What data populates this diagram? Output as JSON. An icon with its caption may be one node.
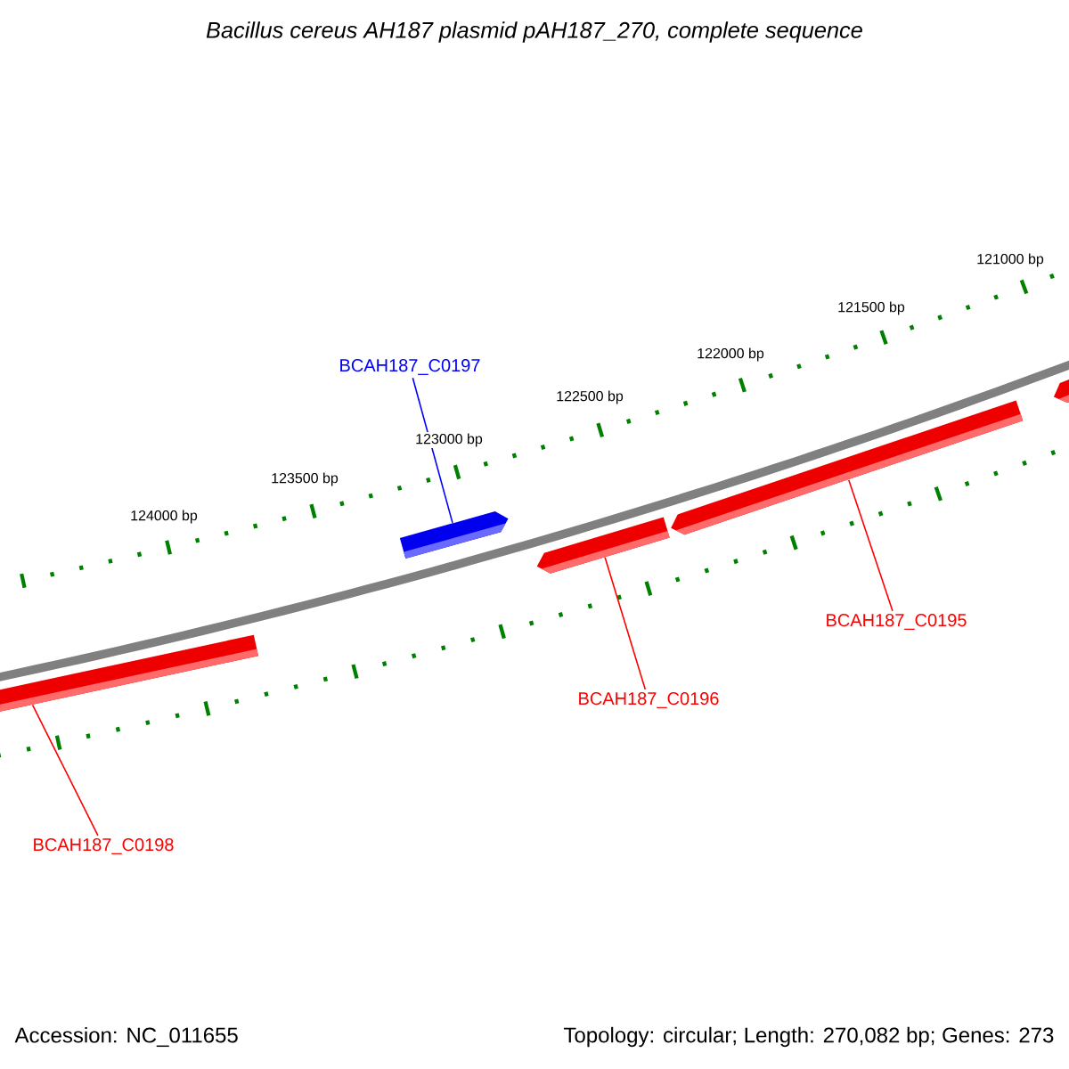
{
  "diagram": {
    "title": "Bacillus cereus AH187 plasmid pAH187_270, complete sequence",
    "nodes": [
      {
        "text": [
          "BCAH187_C0197"
        ]
      },
      {
        "text": [],
        "shape": "arrow"
      },
      {
        "text": [
          "BCAH187_C0196"
        ]
      },
      {
        "text": [],
        "shape": "arrow"
      },
      {
        "text": [
          "BCAH187_C0195"
        ]
      },
      {
        "text": [],
        "shape": "arrow"
      },
      {
        "text": [
          "BCAH187_C0198"
        ]
      },
      {
        "text": [],
        "shape": "arrow"
      },
      {
        "text": [],
        "shape": "arrow"
      }
    ],
    "edges": [
      {
        "from": 0,
        "to": 1,
        "arrow": "none",
        "color": "#0000ff"
      },
      {
        "from": 2,
        "to": 3,
        "arrow": "none"
      },
      {
        "from": 4,
        "to": 5,
        "arrow": "none"
      },
      {
        "from": 6,
        "to": 7,
        "arrow": "none"
      }
    ],
    "labels": [
      "121000 bp",
      "121500 bp",
      "122000 bp",
      "122500 bp",
      "123000 bp",
      "123500 bp",
      "124000 bp",
      "Accession: NC_011655",
      "Topology: circular; Length: 270,082 bp; Genes: 273"
    ]
  }
}
